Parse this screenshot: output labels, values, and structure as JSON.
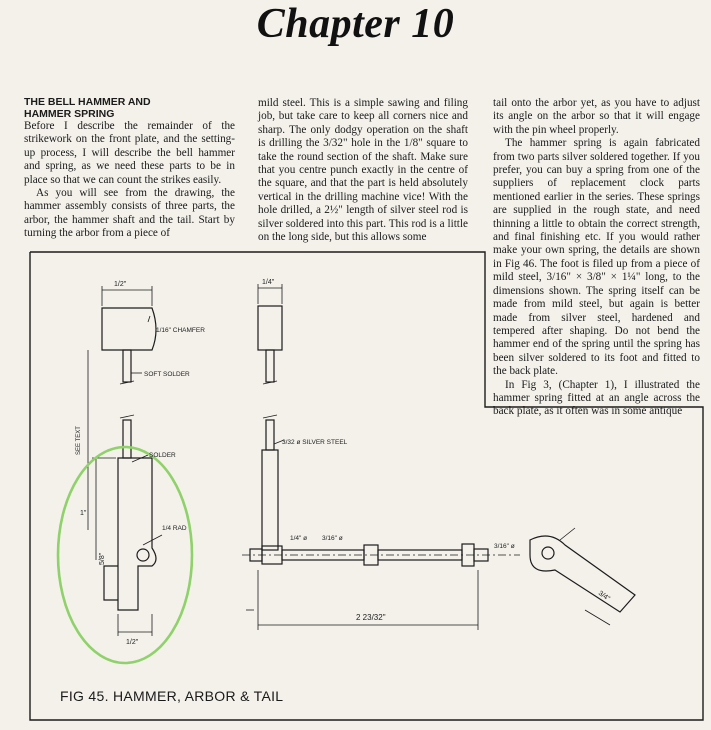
{
  "chapter_title": "Chapter 10",
  "article": {
    "heading_line1": "THE BELL HAMMER AND",
    "heading_line2": "HAMMER SPRING",
    "col1_p1": "Before I describe the remainder of the strikework on the front plate, and the setting-up process, I will describe the bell hammer and spring, as we need these parts to be in place so that we can count the strikes easily.",
    "col1_p2": "As you will see from the drawing, the hammer assembly consists of three parts, the arbor, the hammer shaft and the tail. Start by turning the arbor from a piece of",
    "col2_p1": "mild steel. This is a simple sawing and filing job, but take care to keep all corners nice and sharp. The only dodgy operation on the shaft is drilling the 3/32\" hole in the 1/8\" square to take the round section of the shaft. Make sure that you centre punch exactly in the centre of the square, and that the part is held absolutely vertical in the drilling machine vice! With the hole drilled, a 2½\" length of silver steel rod is silver soldered into this part. This rod is a little on the long side, but this allows some",
    "col3_p1": "tail onto the arbor yet, as you have to adjust its angle on the arbor so that it will engage with the pin wheel properly.",
    "col3_p2": "The hammer spring is again fabricated from two parts silver soldered together. If you prefer, you can buy a spring from one of the suppliers of replacement clock parts mentioned earlier in the series. These springs are supplied in the rough state, and need thinning a little to obtain the correct strength, and final finishing etc. If you would rather make your own spring, the details are shown in Fig 46. The foot is filed up from a piece of mild steel, 3/16\" × 3/8\" × 1¼\" long, to the dimensions shown. The spring itself can be made from mild steel, but again is better made from silver steel, hardened and tempered after shaping. Do not bend the hammer end of the spring until the spring has been silver soldered to its foot and fitted to the back plate.",
    "col3_p3": "In Fig 3, (Chapter 1), I illustrated the hammer spring fitted at an angle across the back plate, as it often was in some antique"
  },
  "figure": {
    "caption": "FIG 45. HAMMER, ARBOR & TAIL",
    "labels": {
      "chamfer": "1/16\" CHAMFER",
      "soft_solder": "SOFT SOLDER",
      "see_text": "SEE TEXT",
      "solder": "SOLDER",
      "rad": "1/4 RAD",
      "silver_steel": "3/32 ø SILVER STEEL",
      "length": "2 23/32\"",
      "dim_top_left": "1/2\"",
      "dim_top_mid": "1/4\"",
      "dim_bottom": "1/2\"",
      "dim_one": "1\"",
      "dim_hammer": "5/8\"",
      "dim_arbor_1": "1/4\" ø",
      "dim_arbor_2": "3/16\" ø",
      "dim_arbor_3": "3/16\" ø",
      "dim_tail": "3/4\""
    },
    "highlight_color": "#8fd16a",
    "line_color": "#1c1c1c"
  }
}
